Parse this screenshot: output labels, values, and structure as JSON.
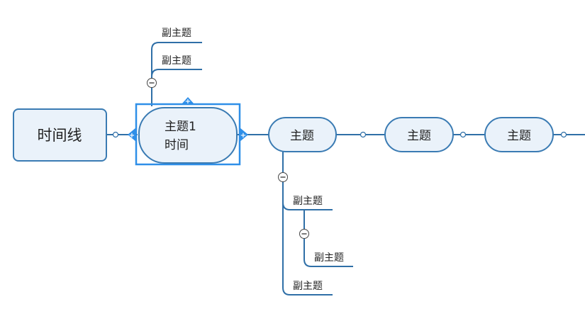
{
  "colors": {
    "line": "#2f6fa7",
    "node_fill": "#eaf2fa",
    "node_stroke": "#3a7bb3",
    "select": "#2f8fe8"
  },
  "root": {
    "label": "时间线"
  },
  "topics": [
    {
      "line1": "主题1",
      "line2": "时间"
    },
    {
      "label": "主题"
    },
    {
      "label": "主题"
    },
    {
      "label": "主题"
    }
  ],
  "subtopics": {
    "above": [
      "副主题",
      "副主题"
    ],
    "below": [
      "副主题",
      "副主题",
      "副主题"
    ]
  },
  "icons": {
    "collapse": "collapse-minus-icon",
    "expand": "expand-plus-icon"
  }
}
